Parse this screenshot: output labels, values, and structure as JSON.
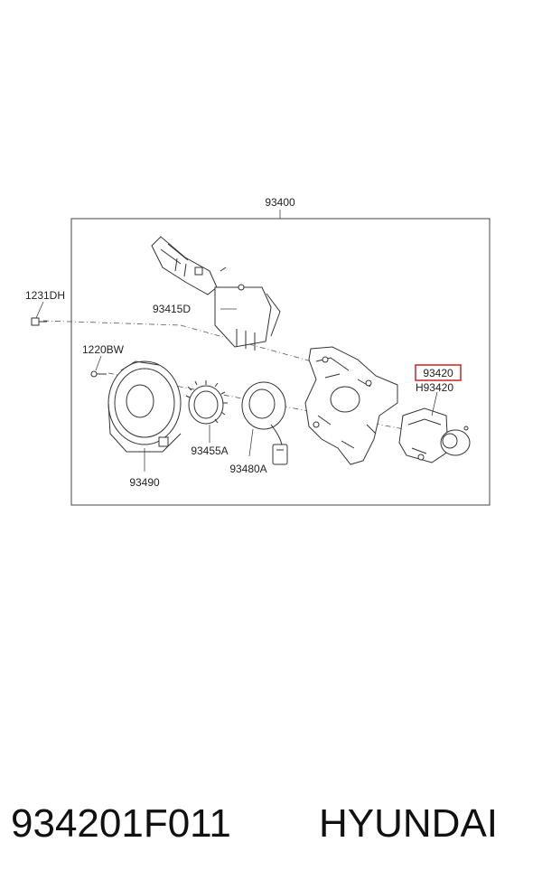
{
  "diagram": {
    "assembly_label": "93400",
    "highlight_color": "#cc2222",
    "labels": {
      "screw_top": "1231DH",
      "screw_left": "1220BW",
      "wiper_switch": "93415D",
      "highlighted_part": "93420",
      "lighting_switch": "H93420",
      "ring_gear": "93455A",
      "angle_sensor": "93480A",
      "clock_spring": "93490"
    }
  },
  "footer": {
    "part_number": "934201F011",
    "brand": "HYUNDAI"
  }
}
